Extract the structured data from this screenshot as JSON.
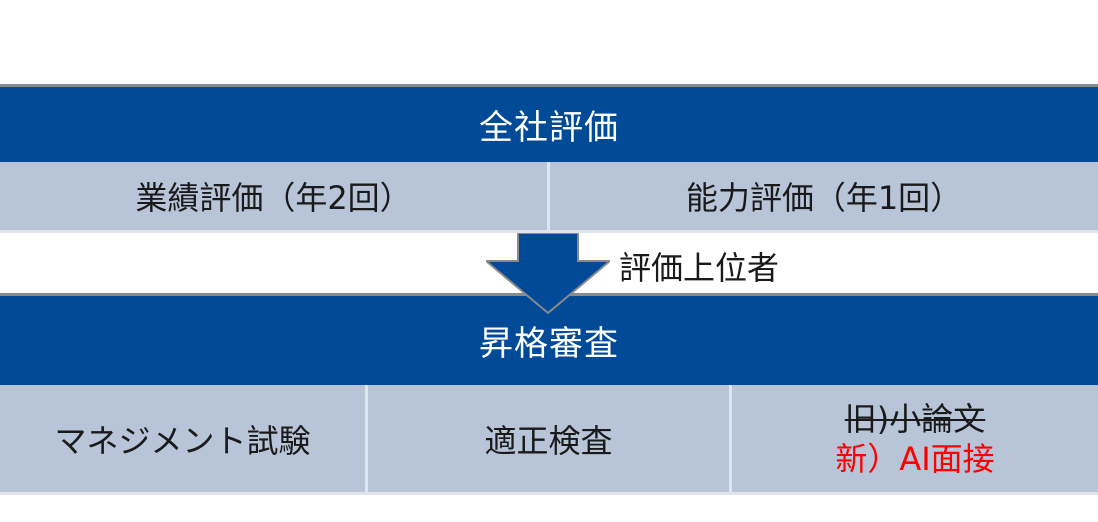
{
  "top_section": {
    "title": "全社評価",
    "items": [
      {
        "label": "業績評価（年2回）"
      },
      {
        "label": "能力評価（年1回）"
      }
    ]
  },
  "arrow": {
    "label": "評価上位者"
  },
  "bottom_section": {
    "title": "昇格審査",
    "items": [
      {
        "label": "マネジメント試験"
      },
      {
        "label": "適正検査"
      },
      {
        "old_label": "旧)小論文",
        "new_label": "新）AI面接"
      }
    ]
  },
  "colors": {
    "header_blue": "#004a98",
    "cell_gray_blue": "#b8c4d8",
    "new_red": "#ff0000"
  }
}
